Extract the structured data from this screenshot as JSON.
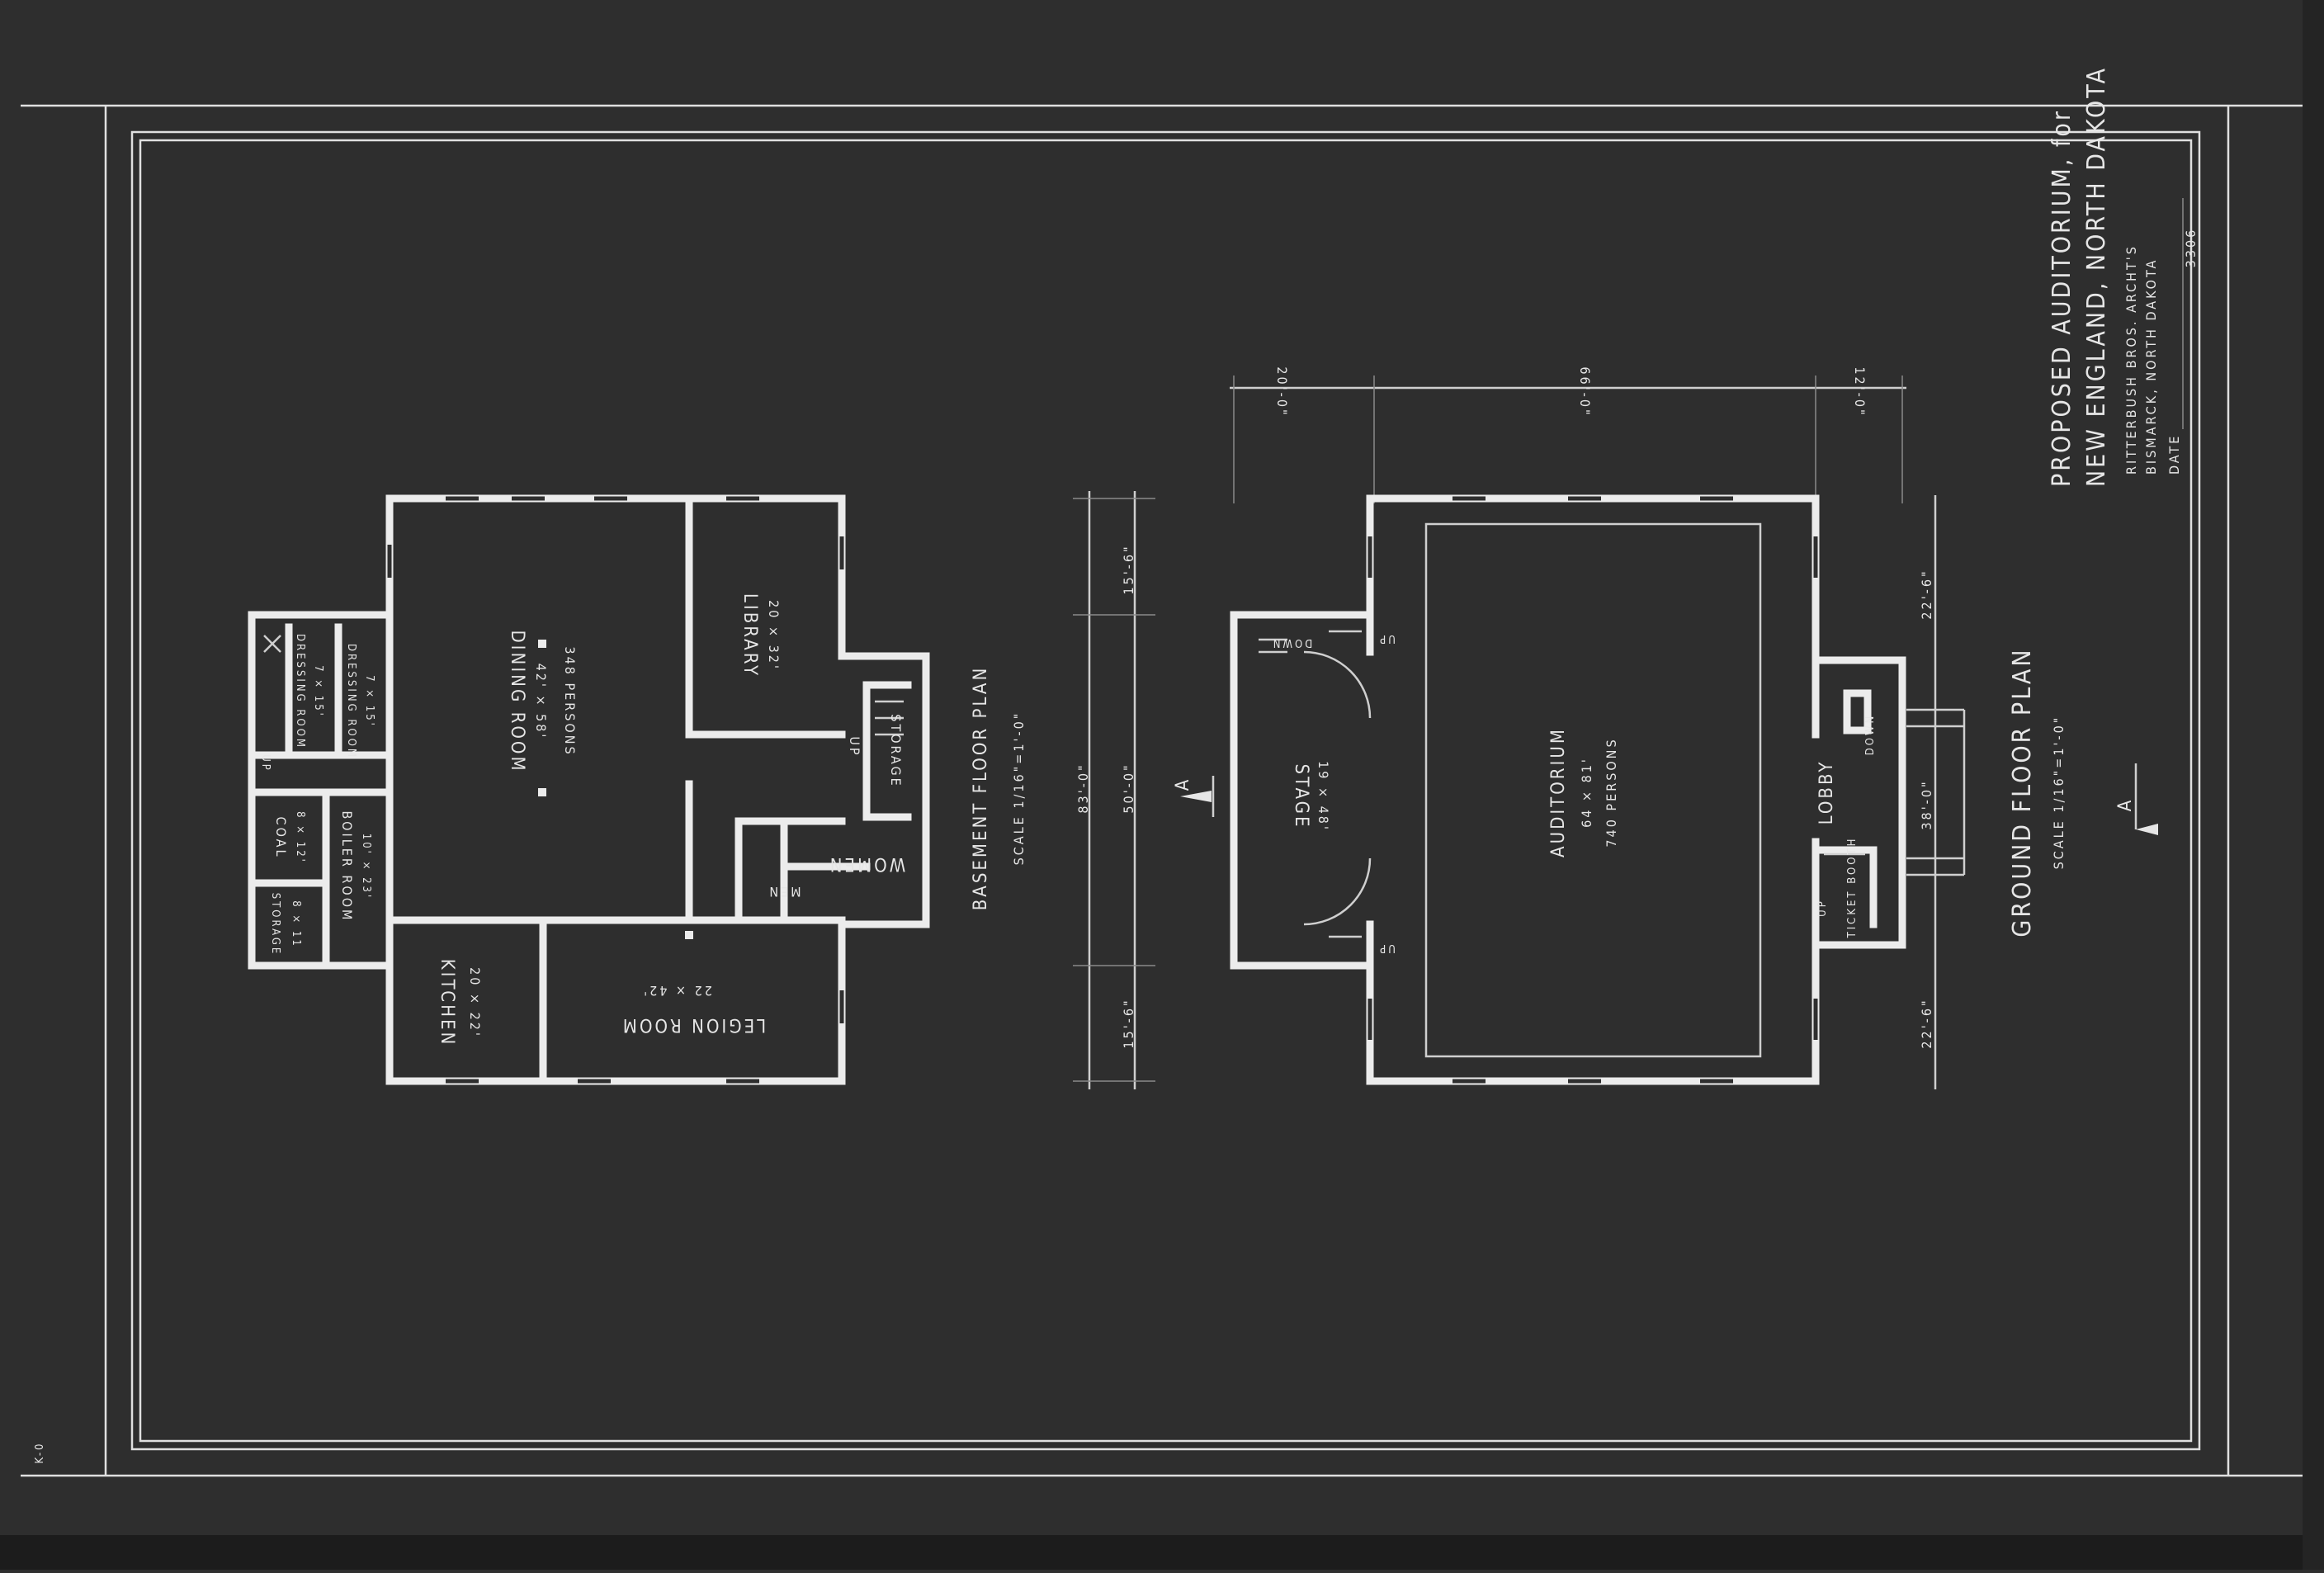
{
  "title_block": {
    "line1": "PROPOSED AUDITORIUM, for",
    "line2": "NEW ENGLAND, NORTH DAKOTA",
    "line3": "RITTERBUSH BROS. ARCHT'S",
    "line4": "BISMARCK, NORTH DAKOTA",
    "date_label": "DATE",
    "sheet_number": "3306"
  },
  "basement": {
    "title": "BASEMENT FLOOR PLAN",
    "scale": "SCALE 1/16\"=1'-0\"",
    "rooms": {
      "dining_room": "DINING ROOM",
      "dining_size": "42' × 58'",
      "dining_persons": "348 PERSONS",
      "library": "LIBRARY",
      "library_size": "20 × 32'",
      "storage_right": "STORAGE",
      "women": "WOMEN",
      "men": "MEN",
      "up_right": "UP",
      "legion_room": "LEGION ROOM",
      "legion_size": "22 × 42'",
      "kitchen": "KITCHEN",
      "kitchen_size": "20 × 22'",
      "boiler_room": "BOILER ROOM",
      "boiler_size": "10' × 23'",
      "coal": "COAL",
      "coal_size": "8 × 12'",
      "storage_left": "STORAGE",
      "storage_left_size": "8 × 11",
      "dressing_room_1": "DRESSING ROOM",
      "dressing_room_1_size": "7 × 15'",
      "dressing_room_2": "DRESSING ROOM",
      "dressing_room_2_size": "7 × 15'",
      "up_left": "UP"
    }
  },
  "ground": {
    "title": "GROUND FLOOR PLAN",
    "scale": "SCALE 1/16\"=1'-0\"",
    "rooms": {
      "stage": "STAGE",
      "stage_size": "19 × 48'",
      "down_stage": "DOWN",
      "up_stage_1": "UP",
      "up_stage_2": "UP",
      "auditorium": "AUDITORIUM",
      "auditorium_size": "64 × 81'",
      "auditorium_persons": "740 PERSONS",
      "lobby": "LOBBY",
      "down_lobby": "DOWN",
      "ticket_booth": "TICKET BOOTH",
      "up_lobby": "UP"
    }
  },
  "dimensions": {
    "overall_width": "83'-0\"",
    "center_width": "50'-0\"",
    "wing_top": "15'-6\"",
    "wing_bottom": "15'-6\"",
    "stage_depth": "20'-0\"",
    "auditorium_depth": "66'-0\"",
    "lobby_depth": "12'-0\"",
    "lobby_width": "38'-0\"",
    "right_wing_top": "22'-6\"",
    "right_wing_bottom": "22'-6\""
  },
  "section_marks": {
    "left": "A",
    "right": "A"
  },
  "margin_note": "K-0"
}
